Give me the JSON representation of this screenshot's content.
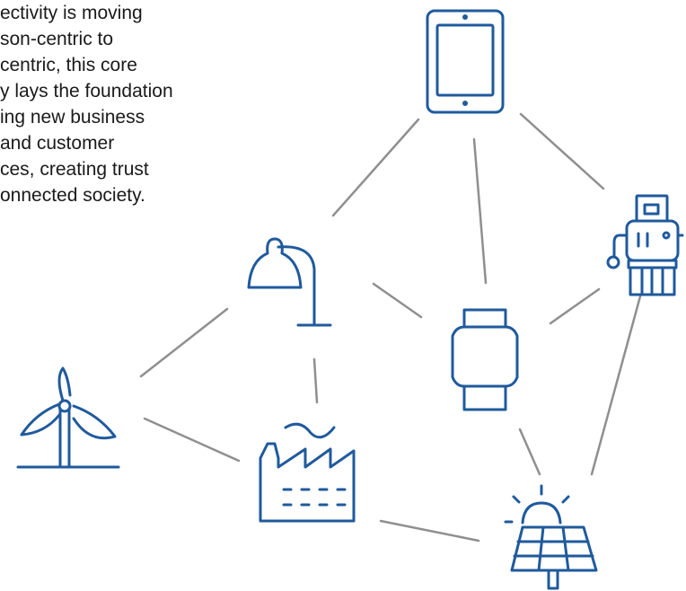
{
  "intro": {
    "lines": [
      "ectivity is moving",
      "son-centric to",
      "centric, this core",
      "y lays the foundation",
      "ing new business",
      "and customer",
      "ces, creating trust",
      "onnected society."
    ]
  },
  "colors": {
    "icon": "#1f5a9c",
    "connector": "#8f8f8f",
    "text": "#1a1a1a",
    "background": "#ffffff"
  },
  "icons": [
    "tablet-icon",
    "robot-icon",
    "desk-lamp-icon",
    "smartwatch-icon",
    "wind-turbine-icon",
    "factory-icon",
    "solar-panel-icon"
  ]
}
